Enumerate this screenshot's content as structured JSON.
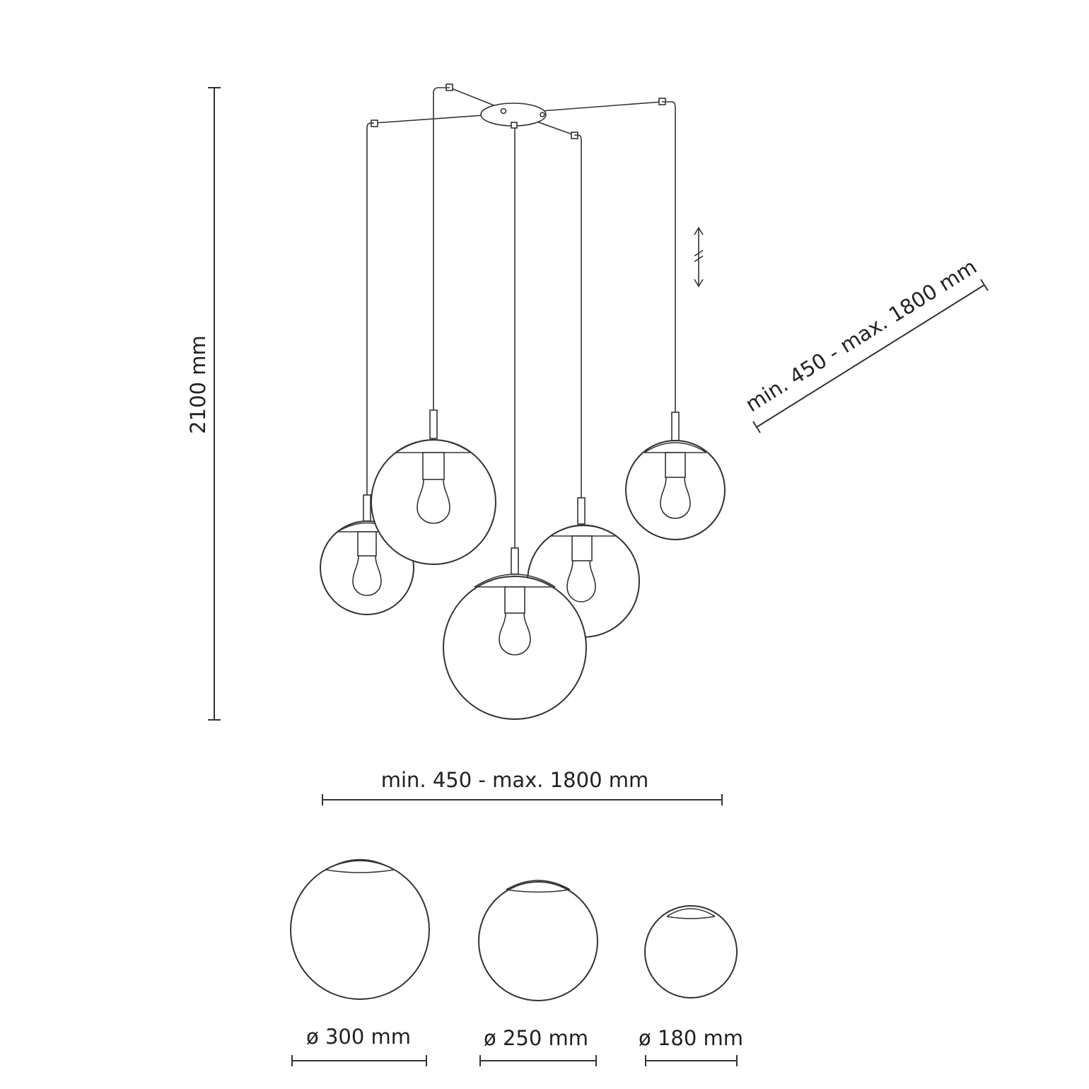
{
  "colors": {
    "line": "#333333",
    "text": "#222222",
    "background": "#ffffff"
  },
  "dimensions": {
    "height": "2100 mm",
    "span_horizontal": "min. 450 - max. 1800 mm",
    "span_diagonal": "min. 450 - max. 1800 mm"
  },
  "globes": [
    {
      "label": "ø 300 mm"
    },
    {
      "label": "ø 250 mm"
    },
    {
      "label": "ø 180 mm"
    }
  ],
  "icons": [
    "height-adjust-arrows-icon"
  ]
}
